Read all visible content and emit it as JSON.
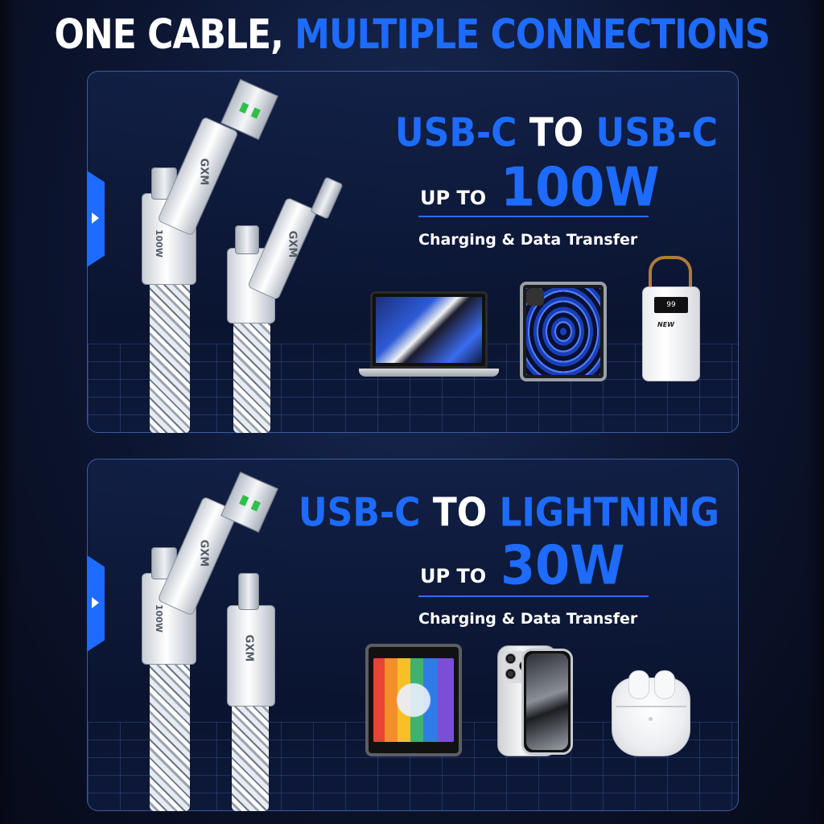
{
  "headline": {
    "part1": "ONE CABLE, ",
    "part2": "MULTIPLE CONNECTIONS"
  },
  "sections": [
    {
      "title_a": "USB-C",
      "title_mid": " TO ",
      "title_b": "USB-C",
      "up_to": "UP TO",
      "watts": "100W",
      "subtitle": "Charging & Data Transfer",
      "cable_label": "100W",
      "brand": "GXM",
      "powerbank_display": "99",
      "powerbank_logo": "NEW",
      "devices": [
        "laptop-icon",
        "tablet-icon",
        "power-bank-icon"
      ]
    },
    {
      "title_a": "USB-C",
      "title_mid": " TO ",
      "title_b": "LIGHTNING",
      "up_to": "UP TO",
      "watts": "30W",
      "subtitle": "Charging & Data Transfer",
      "cable_label": "100W",
      "brand": "GXM",
      "devices": [
        "tablet-icon",
        "phone-icon",
        "earbuds-case-icon"
      ]
    }
  ],
  "colors": {
    "accent": "#1e6bff",
    "text": "#ffffff",
    "background": "#0a1024"
  }
}
